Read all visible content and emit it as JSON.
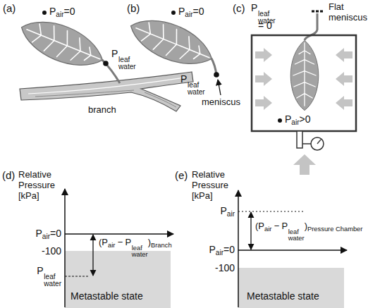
{
  "diagram": {
    "labels": [
      "(a)",
      "P",
      "air",
      "=0",
      "P",
      "water",
      "leaf",
      "branch",
      "(b)",
      "P",
      "air",
      "=0",
      "P",
      "water",
      "leaf",
      "meniscus",
      "(c)",
      "P",
      "water",
      "leaf",
      "= 0",
      "Flat meniscus",
      "P",
      "air",
      ">0",
      "(d)",
      "Relative Pressure [kPa]",
      "P",
      "air",
      "=0",
      "-100",
      "P",
      "water",
      "leaf",
      "(P",
      "air",
      "−",
      "P",
      "water",
      "leaf",
      ")",
      "Branch",
      "Metastable state",
      "(e)",
      "Relative Pressure [kPa]",
      "P",
      "air",
      "(P",
      "air",
      "−",
      "P",
      "water",
      "leaf",
      ")",
      "Pressure Chamber",
      "P",
      "air",
      "=0",
      "-100",
      "Metastable state"
    ]
  }
}
